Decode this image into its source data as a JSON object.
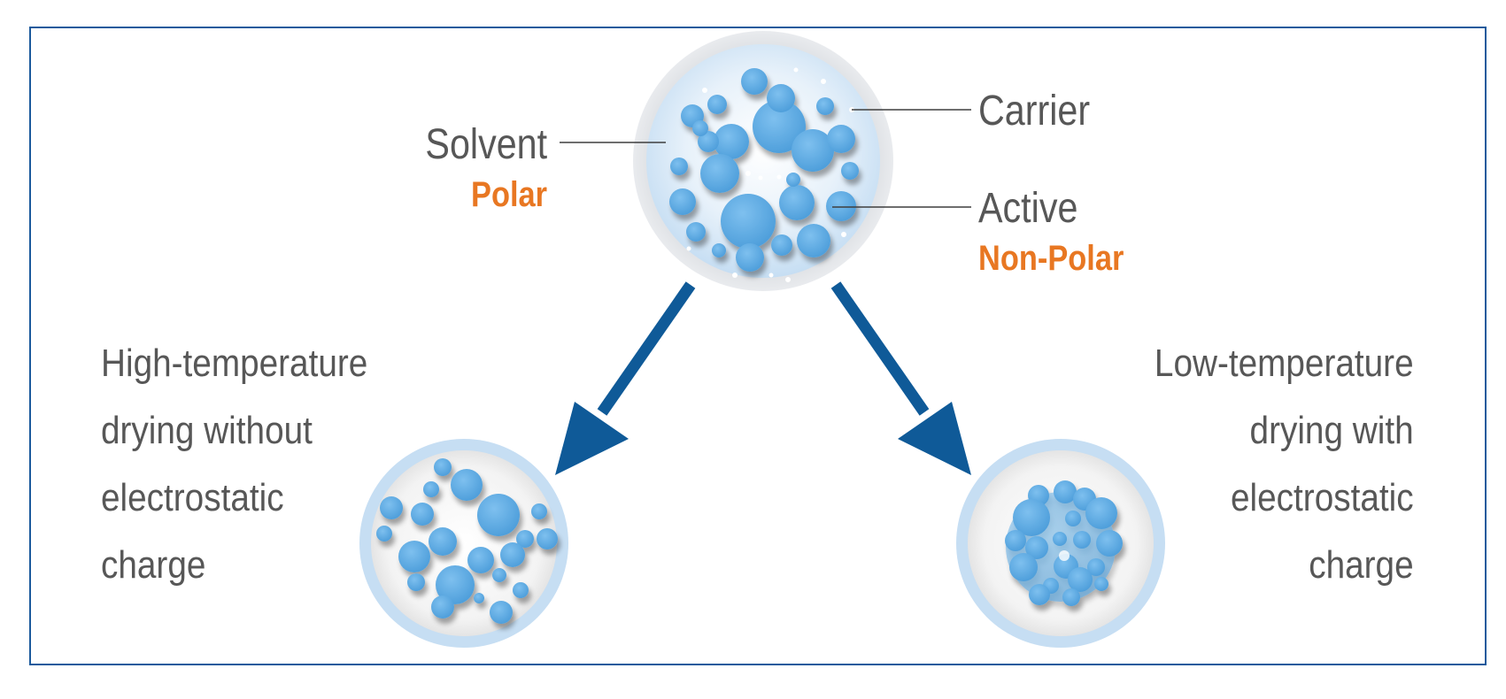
{
  "labels": {
    "solvent": "Solvent",
    "solvent_type": "Polar",
    "carrier": "Carrier",
    "active": "Active",
    "active_type": "Non-Polar"
  },
  "captions": {
    "left": [
      "High-temperature",
      "drying without",
      "electrostatic",
      "charge"
    ],
    "right": [
      "Low-temperature",
      "drying with",
      "electrostatic",
      "charge"
    ]
  },
  "colors": {
    "frame": "#1c5a9c",
    "arrow": "#0f5a98",
    "particle": "#5aa7e0",
    "accent": "#e87722",
    "text": "#575757"
  }
}
